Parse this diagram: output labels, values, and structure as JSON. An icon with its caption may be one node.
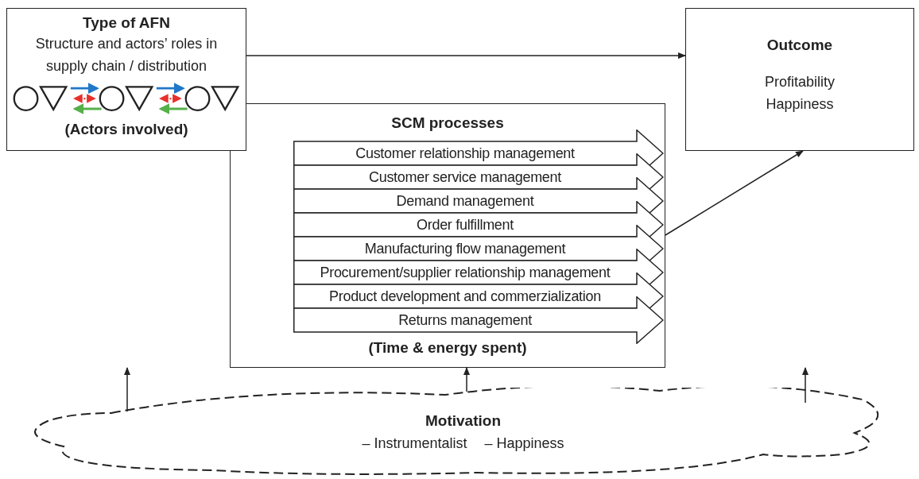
{
  "diagram": {
    "nodes": [
      {
        "text": [
          "Type of AFN",
          "Structure and actors’ roles in supply chain / distribution",
          "(Actors involved)"
        ]
      },
      {
        "text": [
          "Outcome",
          "Profitability",
          "Happiness"
        ]
      },
      {
        "text": [
          "SCM processes",
          "(Time & energy spent)"
        ]
      },
      {
        "text": [
          "Customer relationship management"
        ],
        "in": 2
      },
      {
        "text": [
          "Customer service management"
        ],
        "in": 2
      },
      {
        "text": [
          "Demand management"
        ],
        "in": 2
      },
      {
        "text": [
          "Order fulfillment"
        ],
        "in": 2
      },
      {
        "text": [
          "Manufacturing flow management"
        ],
        "in": 2
      },
      {
        "text": [
          "Procurement/supplier relationship management"
        ],
        "in": 2
      },
      {
        "text": [
          "Product development and commerzialization"
        ],
        "in": 2
      },
      {
        "text": [
          "Returns management"
        ],
        "in": 2
      },
      {
        "text": [
          "Motivation",
          "– Instrumentalist",
          "– Happiness"
        ]
      }
    ],
    "edges": [
      {
        "from": 0,
        "to": 1,
        "arrow": "to"
      },
      {
        "from": 2,
        "to": 1,
        "arrow": "to"
      },
      {
        "from": 11,
        "to": null,
        "arrow": "to"
      },
      {
        "from": 11,
        "to": 2,
        "arrow": "to"
      },
      {
        "from": 11,
        "to": null,
        "arrow": "to"
      }
    ]
  }
}
